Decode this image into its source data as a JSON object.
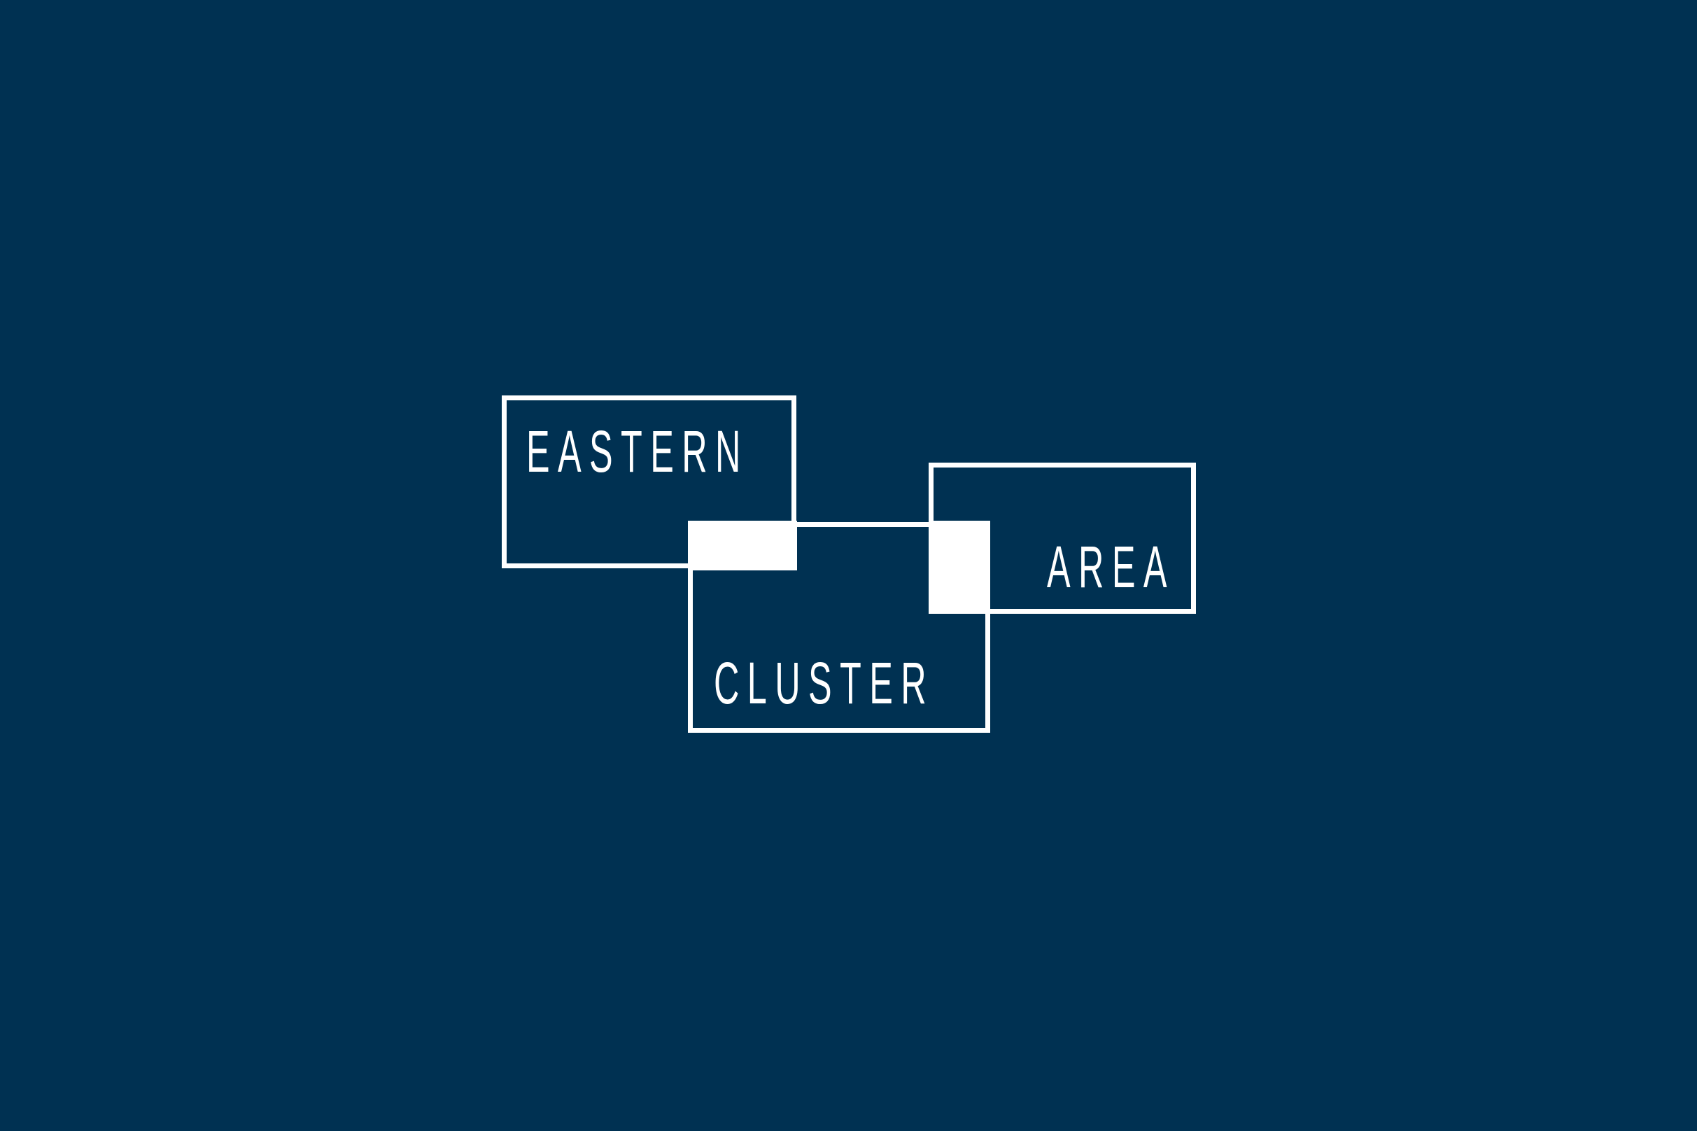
{
  "logo": {
    "words": {
      "eastern": "EASTERN",
      "cluster": "CLUSTER",
      "area": "AREA"
    },
    "colors": {
      "background": "#003152",
      "foreground": "#ffffff"
    }
  }
}
